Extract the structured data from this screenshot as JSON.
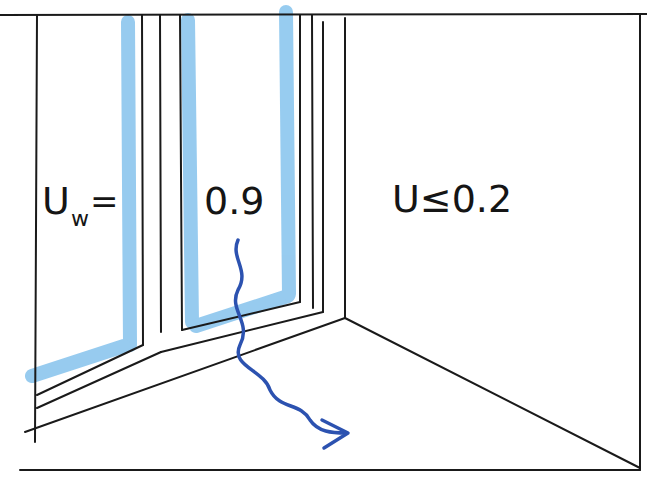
{
  "diagram": {
    "labels": [
      "U",
      "w",
      "=",
      "0.9",
      "U≤0.2"
    ]
  }
}
